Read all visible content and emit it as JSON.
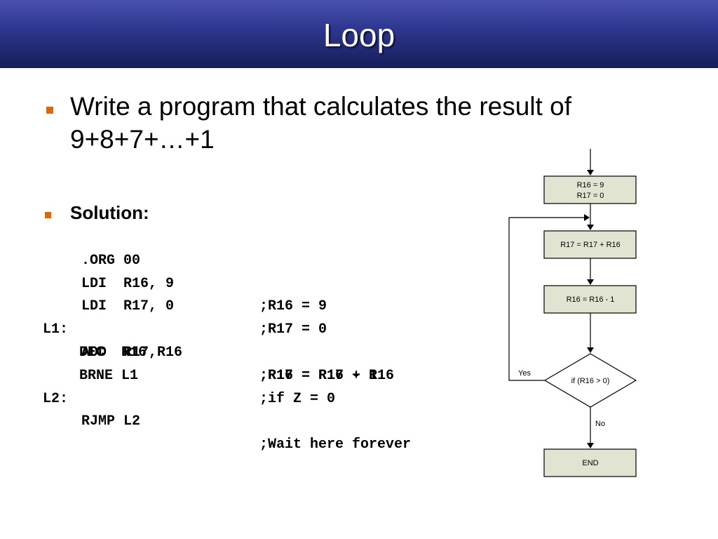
{
  "slide": {
    "title": "Loop",
    "bullet1_line1": "Write a program that calculates the result of",
    "bullet1_line2": "9+8+7+…+1",
    "bullet2": "Solution:"
  },
  "code": [
    {
      "label": "",
      "instr": ".ORG 00",
      "comment": ""
    },
    {
      "label": "",
      "instr": "LDI  R16, 9",
      "comment": ";R16 = 9"
    },
    {
      "label": "",
      "instr": "LDI  R17, 0",
      "comment": ";R17 = 0"
    },
    {
      "label": "L1:",
      "instr": "ADD  R17,R16",
      "comment": ";R17 = R17 + R16"
    },
    {
      "label": "",
      "instr": "DEC  R16",
      "comment": ";R16 = R16 - 1"
    },
    {
      "label": "",
      "instr": "BRNE L1",
      "comment": ";if Z = 0"
    },
    {
      "label": "L2:",
      "instr": "RJMP L2",
      "comment": ";Wait here forever"
    }
  ],
  "flowchart": {
    "box1_line1": "R16 = 9",
    "box1_line2": "R17 = 0",
    "box2": "R17 = R17 + R16",
    "box3": "R16 = R16 - 1",
    "decision": "if (R16 > 0)",
    "yes": "Yes",
    "no": "No",
    "end": "END"
  },
  "colors": {
    "bullet": "#d8690e",
    "box_fill": "#e2e4d2",
    "title_bar": "#2f3890"
  }
}
